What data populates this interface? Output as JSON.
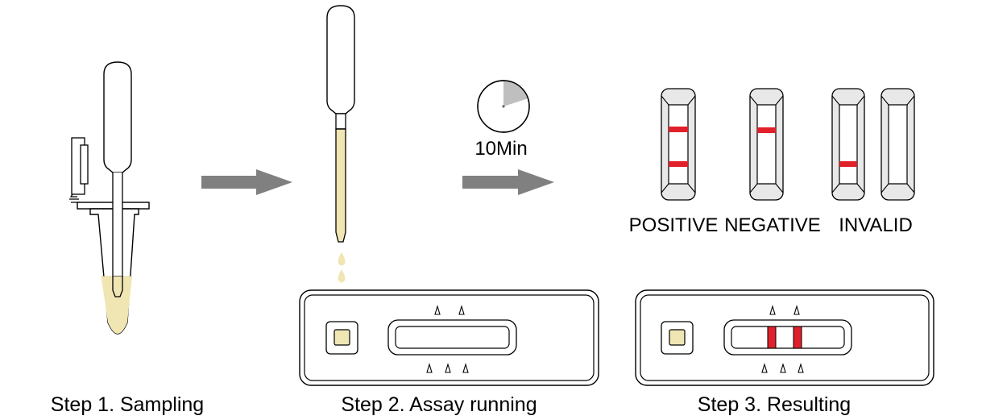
{
  "steps": {
    "step1_label": "Step 1. Sampling",
    "step2_label": "Step 2. Assay running",
    "step3_label": "Step 3. Resulting"
  },
  "timer": {
    "label": "10Min",
    "elapsed_fraction": 0.2
  },
  "results": {
    "positive_label": "POSITIVE",
    "negative_label": "NEGATIVE",
    "invalid_label": "INVALID"
  },
  "colors": {
    "sample_liquid": "#f0e6b4",
    "test_line_red": "#e0202a",
    "arrow_gray": "#808080",
    "outline": "#000000"
  }
}
